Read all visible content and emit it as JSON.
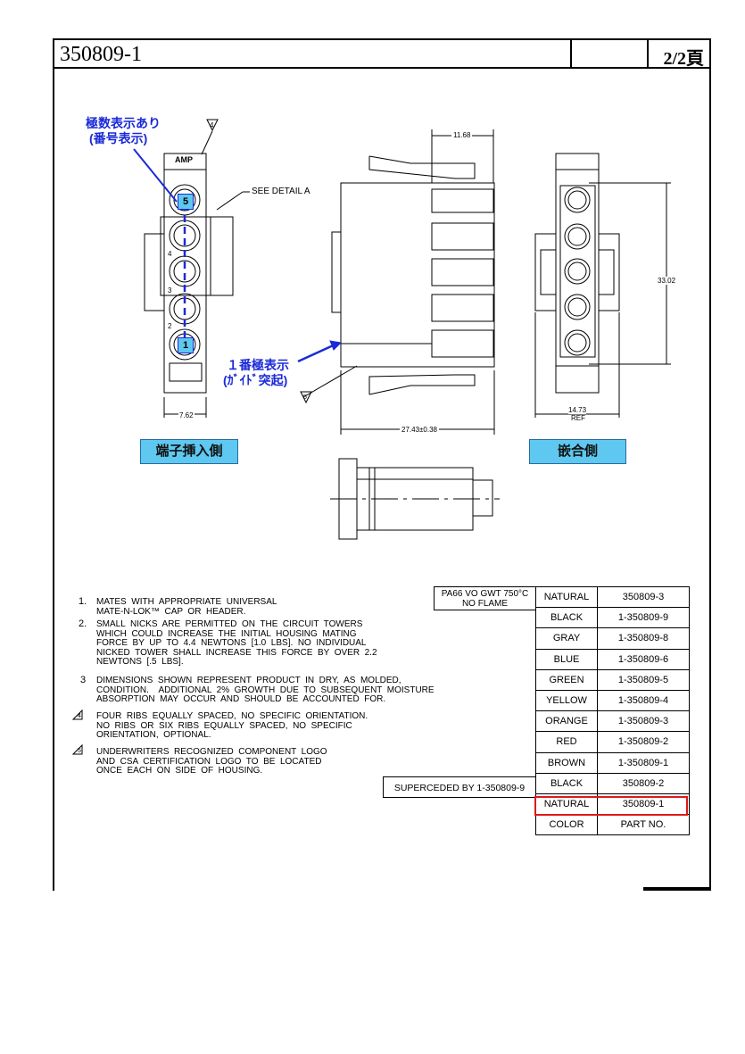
{
  "header": {
    "part_number": "350809-1",
    "page": "2/2頁"
  },
  "annotations": {
    "multi_pole": [
      "極数表示あり",
      "(番号表示)"
    ],
    "pin1": [
      "１番極表示",
      "(ｶﾞｲﾄﾞ突起)"
    ],
    "see_detail": "SEE DETAIL  A",
    "insert_side": "端子挿入側",
    "mating_side": "嵌合側",
    "pole_numbers": [
      "5",
      "4",
      "3",
      "2",
      "1"
    ],
    "logo": "AMP",
    "flag4": "4",
    "flag5": "5"
  },
  "dimensions": {
    "top_width": "11.68",
    "height": "33.02",
    "front_width": "7.62",
    "length": "27.43±0.38",
    "rear_width": "14.73",
    "rear_width_ref": "REF"
  },
  "notes": [
    {
      "num": "1.",
      "text": "MATES  WITH  APPROPRIATE  UNIVERSAL\nMATE-N-LOK™  CAP  OR  HEADER."
    },
    {
      "num": "2.",
      "text": "SMALL  NICKS  ARE  PERMITTED  ON  THE  CIRCUIT  TOWERS\nWHICH  COULD  INCREASE  THE  INITIAL  HOUSING  MATING\nFORCE  BY  UP  TO  4.4  NEWTONS  [1.0  LBS].  NO  INDIVIDUAL\nNICKED  TOWER  SHALL  INCREASE  THIS  FORCE  BY  OVER  2.2\nNEWTONS  [.5  LBS]."
    },
    {
      "num": "3",
      "text": "DIMENSIONS  SHOWN  REPRESENT  PRODUCT  IN  DRY,  AS  MOLDED,\nCONDITION.    ADDITIONAL  2%  GROWTH  DUE  TO  SUBSEQUENT  MOISTURE\nABSORPTION  MAY  OCCUR  AND  SHOULD  BE  ACCOUNTED  FOR."
    },
    {
      "num": "4",
      "text": "FOUR  RIBS  EQUALLY  SPACED,  NO  SPECIFIC  ORIENTATION.\nNO  RIBS  OR  SIX  RIBS  EQUALLY  SPACED,  NO  SPECIFIC\nORIENTATION,  OPTIONAL."
    },
    {
      "num": "5",
      "text": "UNDERWRITERS  RECOGNIZED  COMPONENT  LOGO\nAND  CSA  CERTIFICATION  LOGO  TO  BE  LOCATED\nONCE  EACH  ON  SIDE  OF  HOUSING."
    }
  ],
  "material": [
    "PA66  VO  GWT  750°C",
    "NO  FLAME"
  ],
  "superceded": "SUPERCEDED  BY  1-350809-9",
  "parts_table": {
    "rows": [
      {
        "color": "NATURAL",
        "part": "350809-3"
      },
      {
        "color": "BLACK",
        "part": "1-350809-9"
      },
      {
        "color": "GRAY",
        "part": "1-350809-8"
      },
      {
        "color": "BLUE",
        "part": "1-350809-6"
      },
      {
        "color": "GREEN",
        "part": "1-350809-5"
      },
      {
        "color": "YELLOW",
        "part": "1-350809-4"
      },
      {
        "color": "ORANGE",
        "part": "1-350809-3"
      },
      {
        "color": "RED",
        "part": "1-350809-2"
      },
      {
        "color": "BROWN",
        "part": "1-350809-1"
      },
      {
        "color": "BLACK",
        "part": "350809-2"
      },
      {
        "color": "NATURAL",
        "part": "350809-1"
      }
    ],
    "header": {
      "color": "COLOR",
      "part": "PART NO."
    }
  },
  "colors": {
    "highlight": "#e01818",
    "annotation_blue": "#1a2ad8",
    "label_fill": "#5ec8f0"
  }
}
